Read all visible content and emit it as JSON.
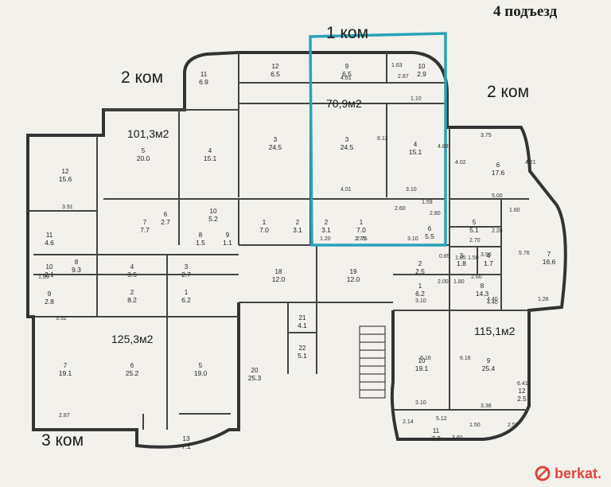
{
  "header": {
    "entrance": "4 подъезд"
  },
  "labels": {
    "room1_top": "1 ком",
    "room2_left": "2 ком",
    "room2_right": "2 ком",
    "room3_bottom": "3 ком"
  },
  "apartments": {
    "a_left_top": "101,3м2",
    "a_highlight": "70,9м2",
    "a_left_bottom": "125,3м2",
    "a_right_bottom": "115,1м2"
  },
  "highlight_color": "#2aa3b8",
  "rooms": [
    {
      "n": "11",
      "a": "6.9"
    },
    {
      "n": "12",
      "a": "6.5"
    },
    {
      "n": "9",
      "a": "6.5"
    },
    {
      "n": "10",
      "a": "2.9"
    },
    {
      "n": "12",
      "a": "15.6"
    },
    {
      "n": "5",
      "a": "20.0"
    },
    {
      "n": "4",
      "a": "15.1"
    },
    {
      "n": "3",
      "a": "24.5"
    },
    {
      "n": "3",
      "a": "24.5"
    },
    {
      "n": "4",
      "a": "15.1"
    },
    {
      "n": "6",
      "a": "17.6"
    },
    {
      "n": "7",
      "a": "7.7"
    },
    {
      "n": "6",
      "a": "2.7"
    },
    {
      "n": "10",
      "a": "5.2"
    },
    {
      "n": "8",
      "a": "1.5"
    },
    {
      "n": "9",
      "a": "1.1"
    },
    {
      "n": "1",
      "a": "7.0"
    },
    {
      "n": "2",
      "a": "3.1"
    },
    {
      "n": "2",
      "a": "3.1"
    },
    {
      "n": "1",
      "a": "7.0"
    },
    {
      "n": "6",
      "a": "5.5"
    },
    {
      "n": "11",
      "a": "4.6"
    },
    {
      "n": "8",
      "a": "9.3"
    },
    {
      "n": "10",
      "a": "2.1"
    },
    {
      "n": "9",
      "a": "2.8"
    },
    {
      "n": "4",
      "a": "3.5"
    },
    {
      "n": "3",
      "a": "2.7"
    },
    {
      "n": "2",
      "a": "8.2"
    },
    {
      "n": "1",
      "a": "6.2"
    },
    {
      "n": "18",
      "a": "12.0"
    },
    {
      "n": "19",
      "a": "12.0"
    },
    {
      "n": "5",
      "a": "5.1"
    },
    {
      "n": "7",
      "a": "16.6"
    },
    {
      "n": "2",
      "a": "2.5"
    },
    {
      "n": "3",
      "a": "1.8"
    },
    {
      "n": "4",
      "a": "1.7"
    },
    {
      "n": "1",
      "a": "6.2"
    },
    {
      "n": "8",
      "a": "14.3"
    },
    {
      "n": "7",
      "a": "19.1"
    },
    {
      "n": "6",
      "a": "25.2"
    },
    {
      "n": "5",
      "a": "19.0"
    },
    {
      "n": "13",
      "a": "7.1"
    },
    {
      "n": "20",
      "a": "25.3"
    },
    {
      "n": "21",
      "a": "4.1"
    },
    {
      "n": "22",
      "a": "5.1"
    },
    {
      "n": "10",
      "a": "19.1"
    },
    {
      "n": "9",
      "a": "25.4"
    },
    {
      "n": "11",
      "a": "7.2"
    },
    {
      "n": "12",
      "a": "2.5"
    }
  ],
  "dims": [
    "1.63",
    "2.87",
    "4.61",
    "1.10",
    "8.12",
    "4.88",
    "4.01",
    "3.10",
    "1.59",
    "2.60",
    "2.80",
    "1.20",
    "2.75",
    "3.10",
    "3.75",
    "4.02",
    "4.21",
    "5.00",
    "1.60",
    "2.28",
    "2.70",
    "5.76",
    "3.96",
    "1.50",
    "1.85",
    "2.60",
    "1.80",
    "4.40",
    "1.26",
    "0.85",
    "2.00",
    "3.10",
    "3.91",
    "1.69",
    "3.32",
    "2.87",
    "6.16",
    "6.16",
    "3.10",
    "5.12",
    "3.38",
    "2.14",
    "3.60",
    "1.50",
    "4.40",
    "6.41",
    "2.58",
    "2.75"
  ],
  "logo": {
    "text": "berkat."
  }
}
